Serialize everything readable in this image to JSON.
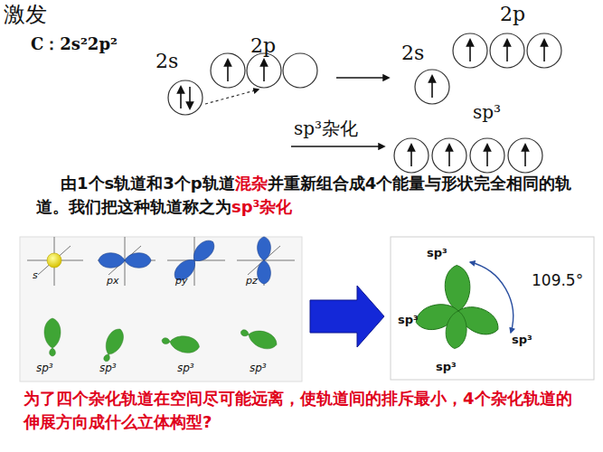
{
  "diagram": {
    "title": "激发",
    "labels": [
      "C：2s²2p²",
      "2p",
      "2s",
      "2p",
      "2s",
      "sp³",
      "sp³杂化",
      "由1个s轨道和3个p轨道",
      "混杂",
      "并重新组合成4个能量与形状完全相同的轨道。我们把这种轨道称之为",
      "sp³杂化",
      "s",
      "px",
      "py",
      "pz",
      "sp³",
      "sp³",
      "sp³",
      "sp³",
      "sp³",
      "sp³",
      "sp³",
      "sp³",
      "109.5°",
      "为了四个杂化轨道在空间尽可能远离，使轨道间的排斥最小，4个杂化轨道的伸展方向成什么立体构型?"
    ]
  }
}
